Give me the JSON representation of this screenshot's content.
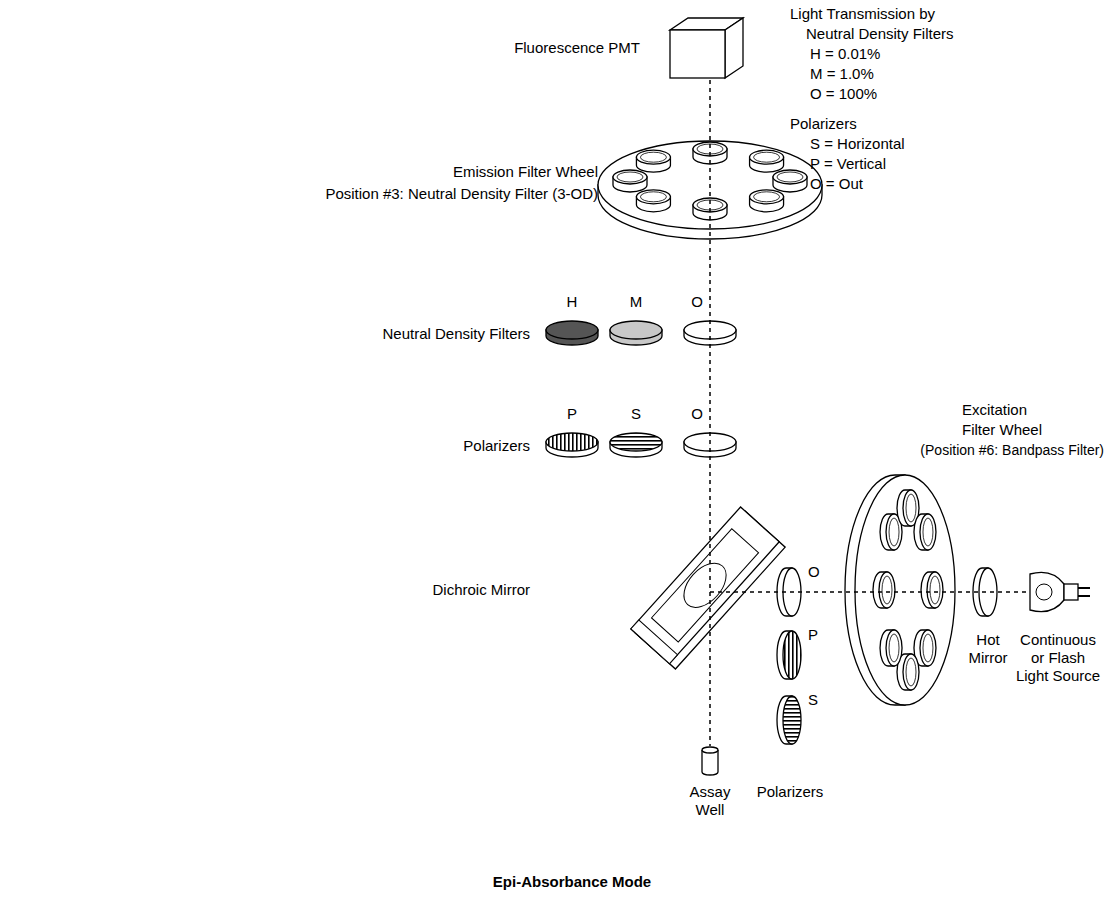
{
  "diagram": {
    "caption": "Epi-Absorbance Mode",
    "labels": [
      "Fluorescence PMT",
      "Emission Filter Wheel",
      "Position #3: Neutral Density Filter (3-OD)",
      "Light Transmission by",
      "Neutral Density Filters",
      "H = 0.01%",
      "M = 1.0%",
      "O = 100%",
      "Polarizers",
      "S = Horizontal",
      "P = Vertical",
      "O = Out",
      "H",
      "M",
      "O",
      "Neutral Density Filters",
      "P",
      "S",
      "O",
      "Polarizers",
      "Dichroic Mirror",
      "O",
      "P",
      "S",
      "Polarizers",
      "Excitation",
      "Filter Wheel",
      "(Position #6: Bandpass Filter)",
      "Hot",
      "Mirror",
      "Continuous",
      "or Flash",
      "Light Source",
      "Assay",
      "Well"
    ]
  }
}
